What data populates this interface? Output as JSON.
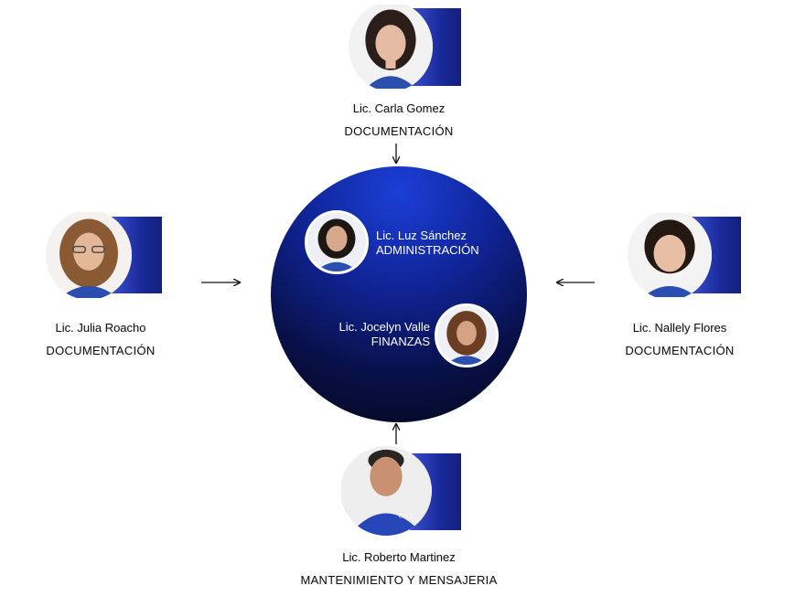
{
  "top": {
    "name": "Lic. Carla Gomez",
    "role": "DOCUMENTACIÓN"
  },
  "left": {
    "name": "Lic. Julia Roacho",
    "role": "DOCUMENTACIÓN"
  },
  "right": {
    "name": "Lic. Nallely Flores",
    "role": "DOCUMENTACIÓN"
  },
  "bottom": {
    "name": "Lic. Roberto Martinez",
    "role": "MANTENIMIENTO Y MENSAJERIA"
  },
  "center": {
    "first": {
      "name": "Lic. Luz Sánchez",
      "role": "ADMINISTRACIÓN"
    },
    "second": {
      "name": "Lic. Jocelyn Valle",
      "role": "FINANZAS"
    }
  },
  "colors": {
    "accent_blue": "#1a2a9a",
    "circle_dark": "#040718",
    "circle_light": "#1b3fd6"
  },
  "icons": {
    "person": "person-photo-icon",
    "arrow": "arrow-icon"
  }
}
